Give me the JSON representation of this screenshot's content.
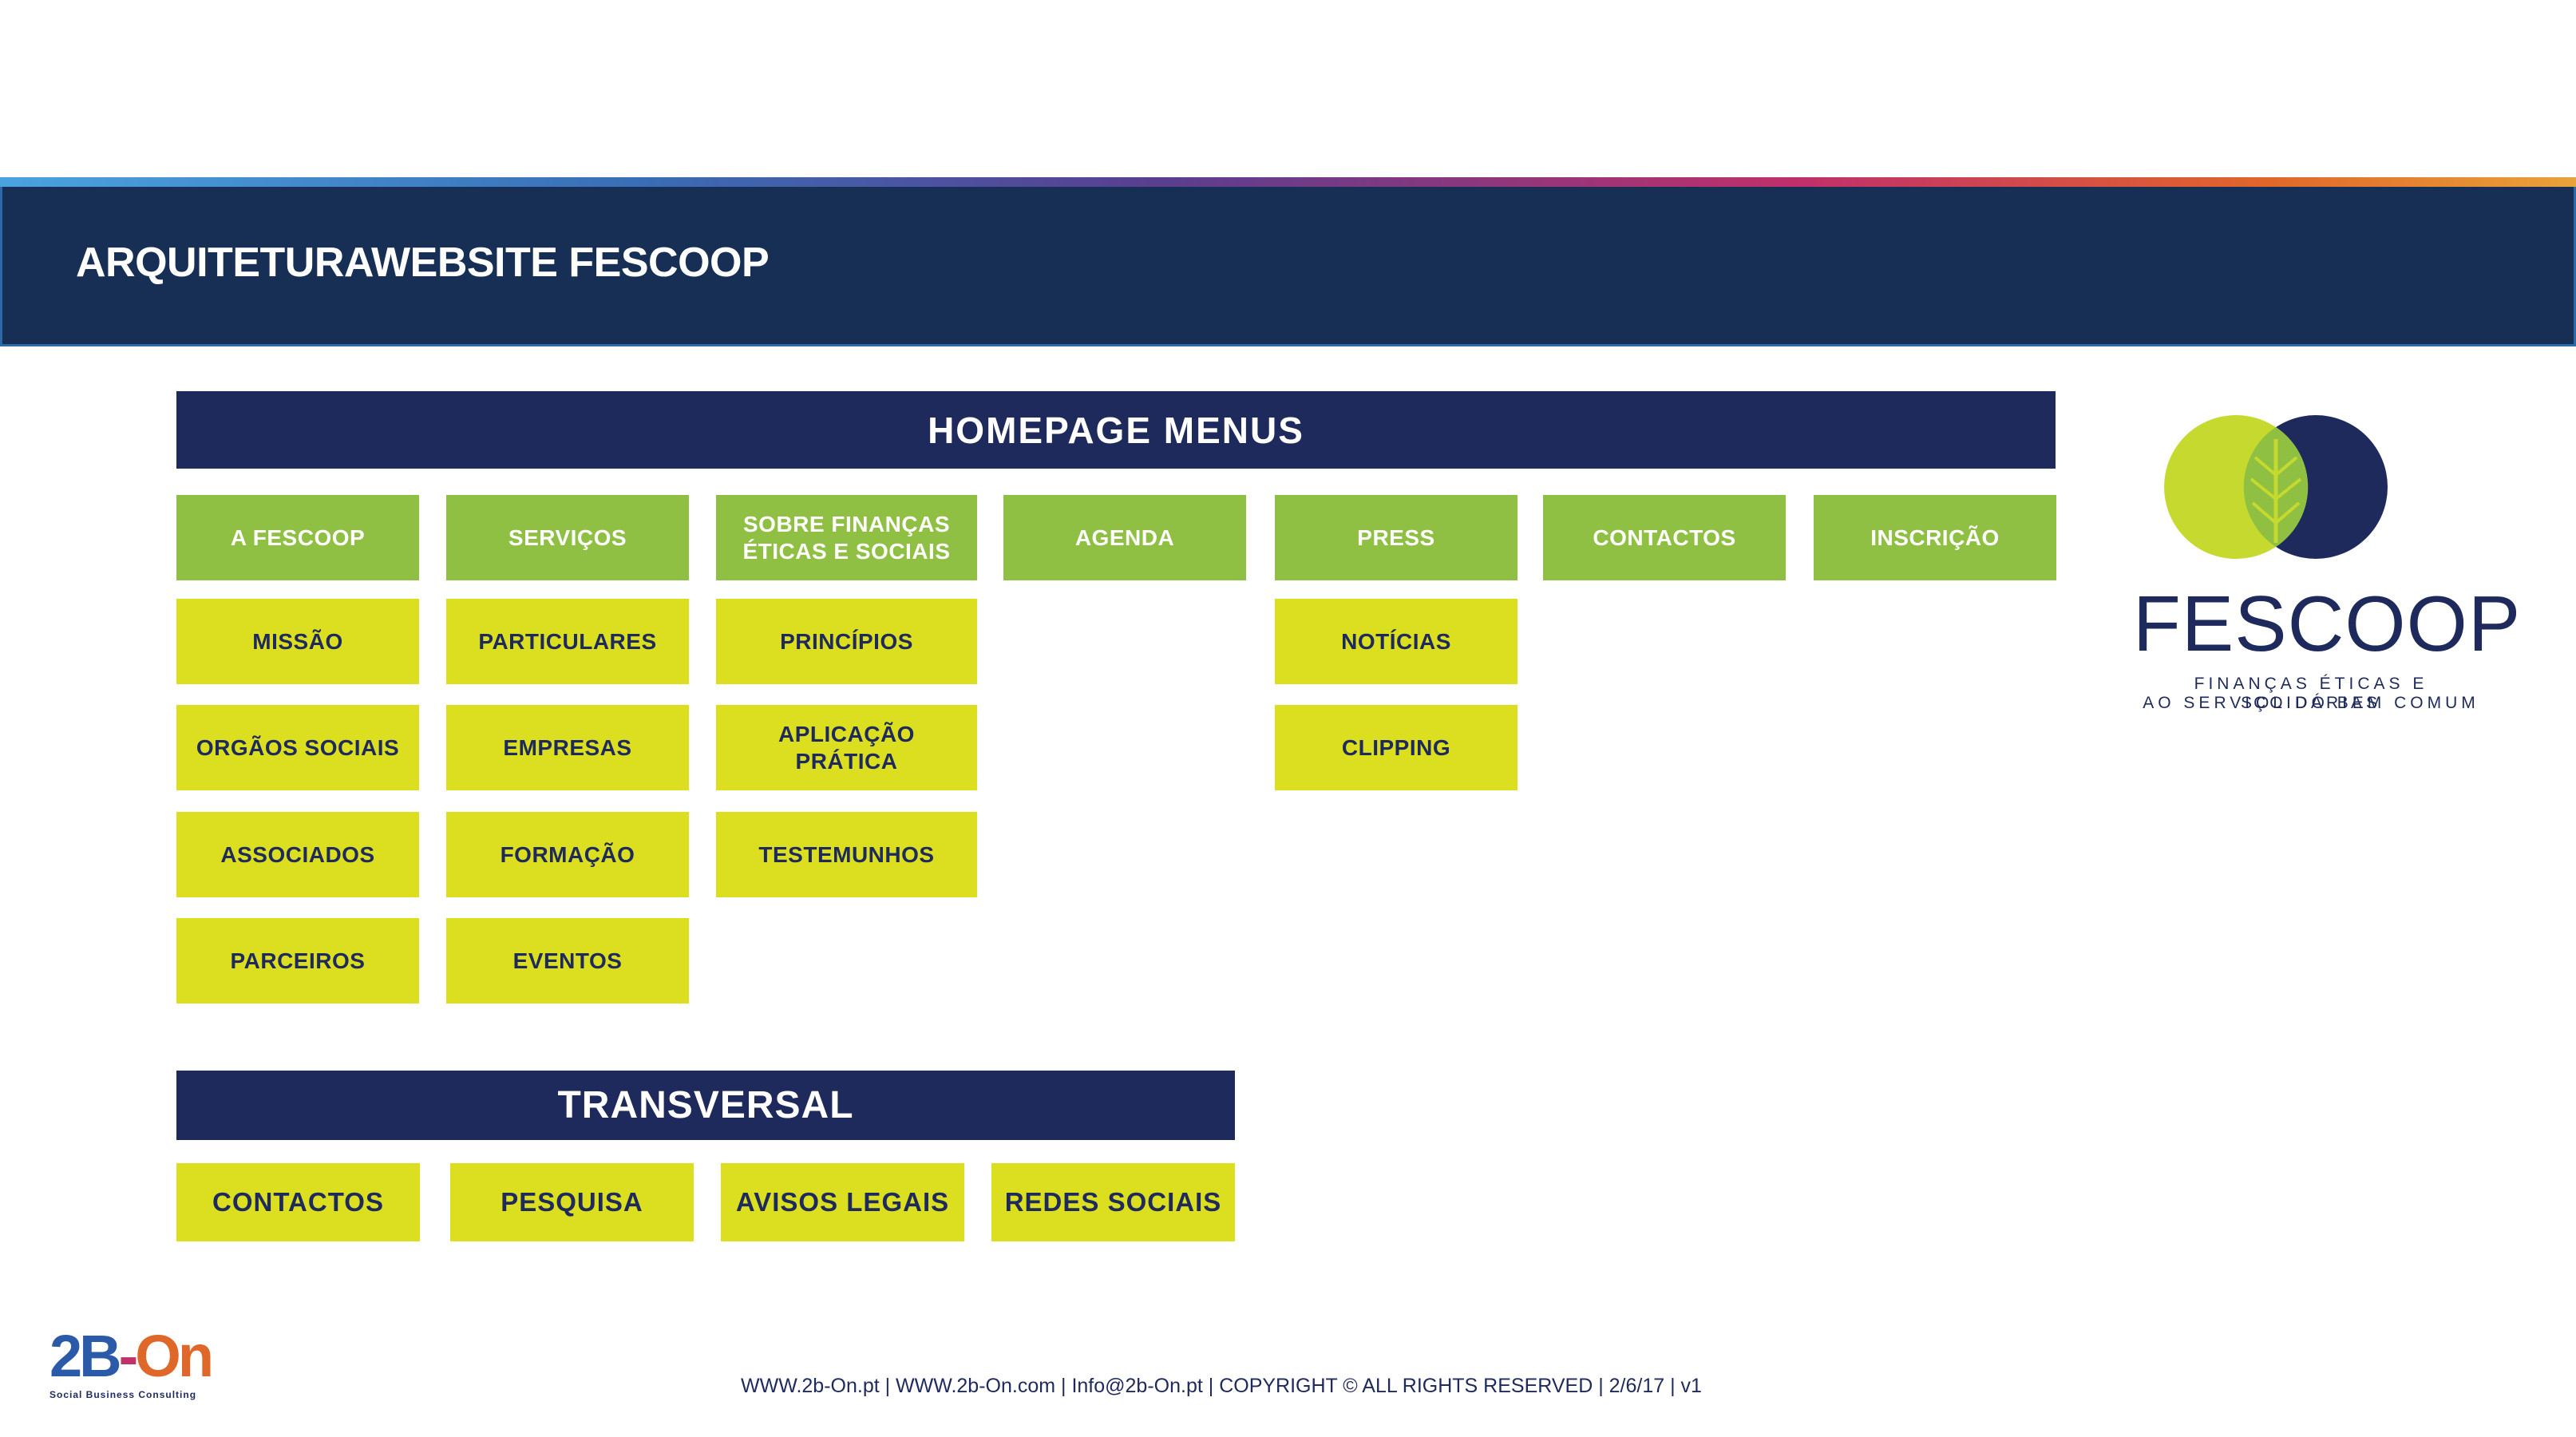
{
  "header": {
    "title": "ARQUITETURAWEBSITE FESCOOP"
  },
  "homepage": {
    "title": "HOMEPAGE MENUS",
    "columns": [
      {
        "label": "A FESCOOP",
        "items": [
          "MISSÃO",
          "ORGÃOS SOCIAIS",
          "ASSOCIADOS",
          "PARCEIROS"
        ]
      },
      {
        "label": "SERVIÇOS",
        "items": [
          "PARTICULARES",
          "EMPRESAS",
          "FORMAÇÃO",
          "EVENTOS"
        ]
      },
      {
        "label": "SOBRE FINANÇAS ÉTICAS E SOCIAIS",
        "items": [
          "PRINCÍPIOS",
          "APLICAÇÃO PRÁTICA",
          "TESTEMUNHOS"
        ]
      },
      {
        "label": "AGENDA",
        "items": []
      },
      {
        "label": "PRESS",
        "items": [
          "NOTÍCIAS",
          "CLIPPING"
        ]
      },
      {
        "label": "CONTACTOS",
        "items": []
      },
      {
        "label": "INSCRIÇÃO",
        "items": []
      }
    ]
  },
  "transversal": {
    "title": "TRANSVERSAL",
    "items": [
      "CONTACTOS",
      "PESQUISA",
      "AVISOS LEGAIS",
      "REDES SOCIAIS"
    ]
  },
  "logo": {
    "word": "FESCOOP",
    "tagline_1": "FINANÇAS ÉTICAS E SOLIDÁRIAS",
    "tagline_2": "AO SERVIÇO DO BEM COMUM"
  },
  "brand": {
    "name": "2B-On",
    "sub": "Social Business Consulting"
  },
  "footer": {
    "text": "WWW.2b-On.pt  |  WWW.2b-On.com  |  Info@2b-On.pt  |  COPYRIGHT © ALL RIGHTS RESERVED  |  2/6/17  |  v1"
  },
  "colors": {
    "navy": "#1f2a5c",
    "header": "#172f55",
    "green": "#8fc043",
    "yellow": "#dbdf20"
  }
}
